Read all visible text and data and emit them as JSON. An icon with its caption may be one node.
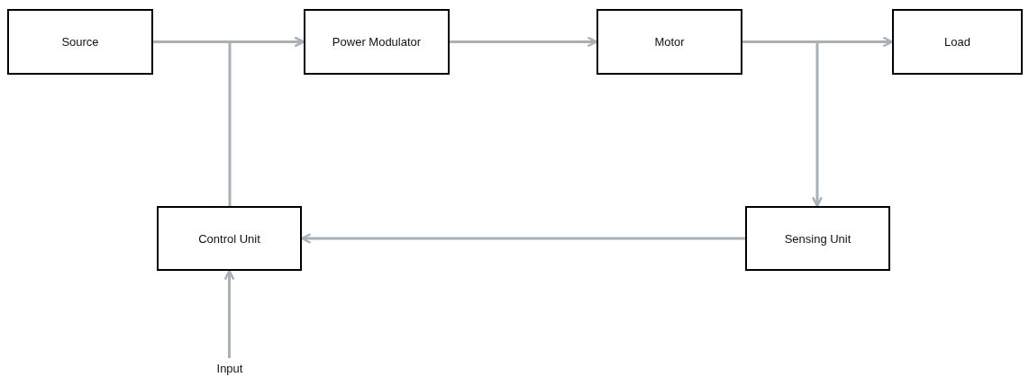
{
  "diagram": {
    "nodes": [
      {
        "text": [
          "Source"
        ]
      },
      {
        "text": [
          "Power Modulator"
        ]
      },
      {
        "text": [
          "Motor"
        ]
      },
      {
        "text": [
          "Load"
        ]
      },
      {
        "text": [
          "Control Unit"
        ]
      },
      {
        "text": [
          "Sensing Unit"
        ]
      },
      {
        "text": [
          "Input"
        ]
      }
    ],
    "edges": [
      {
        "from": 0,
        "to": 1,
        "arrow": "to"
      },
      {
        "from": 4,
        "to": 1,
        "arrow": "to"
      },
      {
        "from": 1,
        "to": 2,
        "arrow": "to"
      },
      {
        "from": 2,
        "to": 3,
        "arrow": "to"
      },
      {
        "from": 2,
        "to": 5,
        "arrow": "to"
      },
      {
        "from": 5,
        "to": 4,
        "arrow": "to"
      },
      {
        "from": 6,
        "to": 4,
        "arrow": "to"
      }
    ]
  }
}
